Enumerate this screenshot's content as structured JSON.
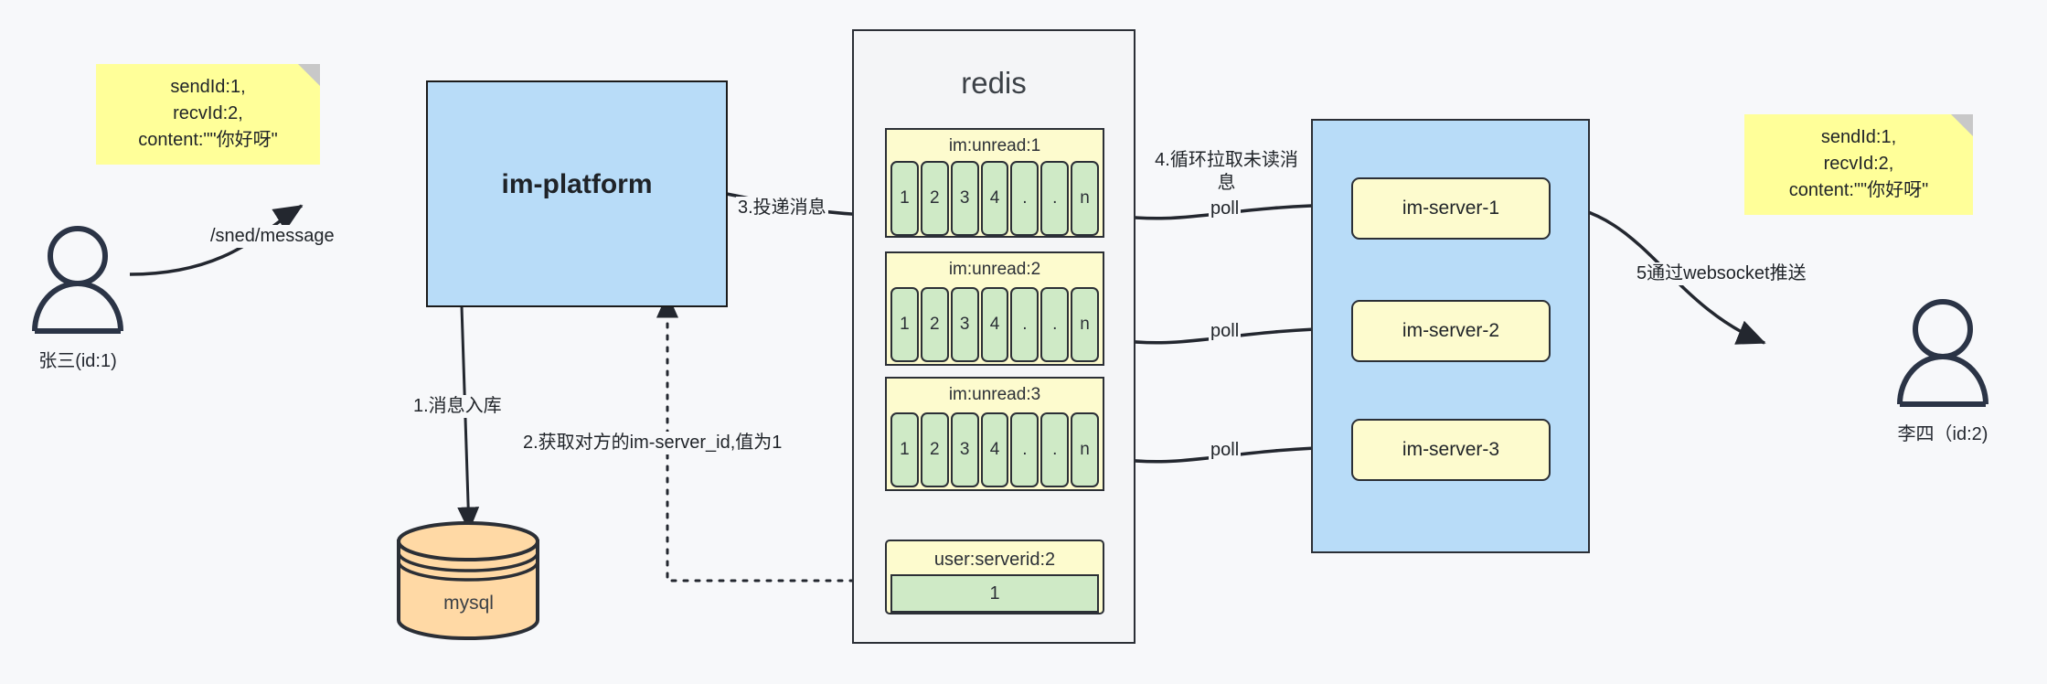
{
  "diagram": {
    "title": "IM message delivery architecture"
  },
  "actors": [
    {
      "name": "sender",
      "label": "张三(id:1)"
    },
    {
      "name": "receiver",
      "label": "李四（id:2)"
    }
  ],
  "sticky_notes": [
    {
      "name": "sender-payload-note",
      "text": "sendId:1,\nrecvId:2,\ncontent:\"\"你好呀\""
    },
    {
      "name": "receiver-payload-note",
      "text": "sendId:1,\nrecvId:2,\ncontent:\"\"你好呀\""
    }
  ],
  "platform": {
    "label": "im-platform"
  },
  "database": {
    "label": "mysql"
  },
  "redis": {
    "title": "redis",
    "groups": [
      {
        "key": "im:unread:1",
        "cells": [
          "1",
          "2",
          "3",
          "4",
          ".",
          ".",
          "n"
        ]
      },
      {
        "key": "im:unread:2",
        "cells": [
          "1",
          "2",
          "3",
          "4",
          ".",
          ".",
          "n"
        ]
      },
      {
        "key": "im:unread:3",
        "cells": [
          "1",
          "2",
          "3",
          "4",
          ".",
          ".",
          "n"
        ]
      }
    ],
    "kv": {
      "key": "user:serverid:2",
      "value": "1"
    }
  },
  "server_cluster": {
    "nodes": [
      {
        "label": "im-server-1"
      },
      {
        "label": "im-server-2"
      },
      {
        "label": "im-server-3"
      }
    ]
  },
  "edges": [
    {
      "name": "send-message",
      "label": "/sned/message"
    },
    {
      "name": "message-persist",
      "label": "1.消息入库"
    },
    {
      "name": "lookup-serverid",
      "label": "2.获取对方的im-server_id,值为1"
    },
    {
      "name": "deliver-message",
      "label": "3.投递消息"
    },
    {
      "name": "loop-pull-unread",
      "label": "4.循环拉取未读消息"
    },
    {
      "name": "poll-1",
      "label": "poll"
    },
    {
      "name": "poll-2",
      "label": "poll"
    },
    {
      "name": "poll-3",
      "label": "poll"
    },
    {
      "name": "websocket-push",
      "label": "5通过websocket推送"
    }
  ],
  "colors": {
    "sticky": "#ffff99",
    "blue": "#b8dcf8",
    "yellow": "#fdfbce",
    "green": "#cfeac6",
    "orange": "#ffd9a5",
    "stroke": "#2b2f36",
    "background": "#f7f8fa"
  }
}
